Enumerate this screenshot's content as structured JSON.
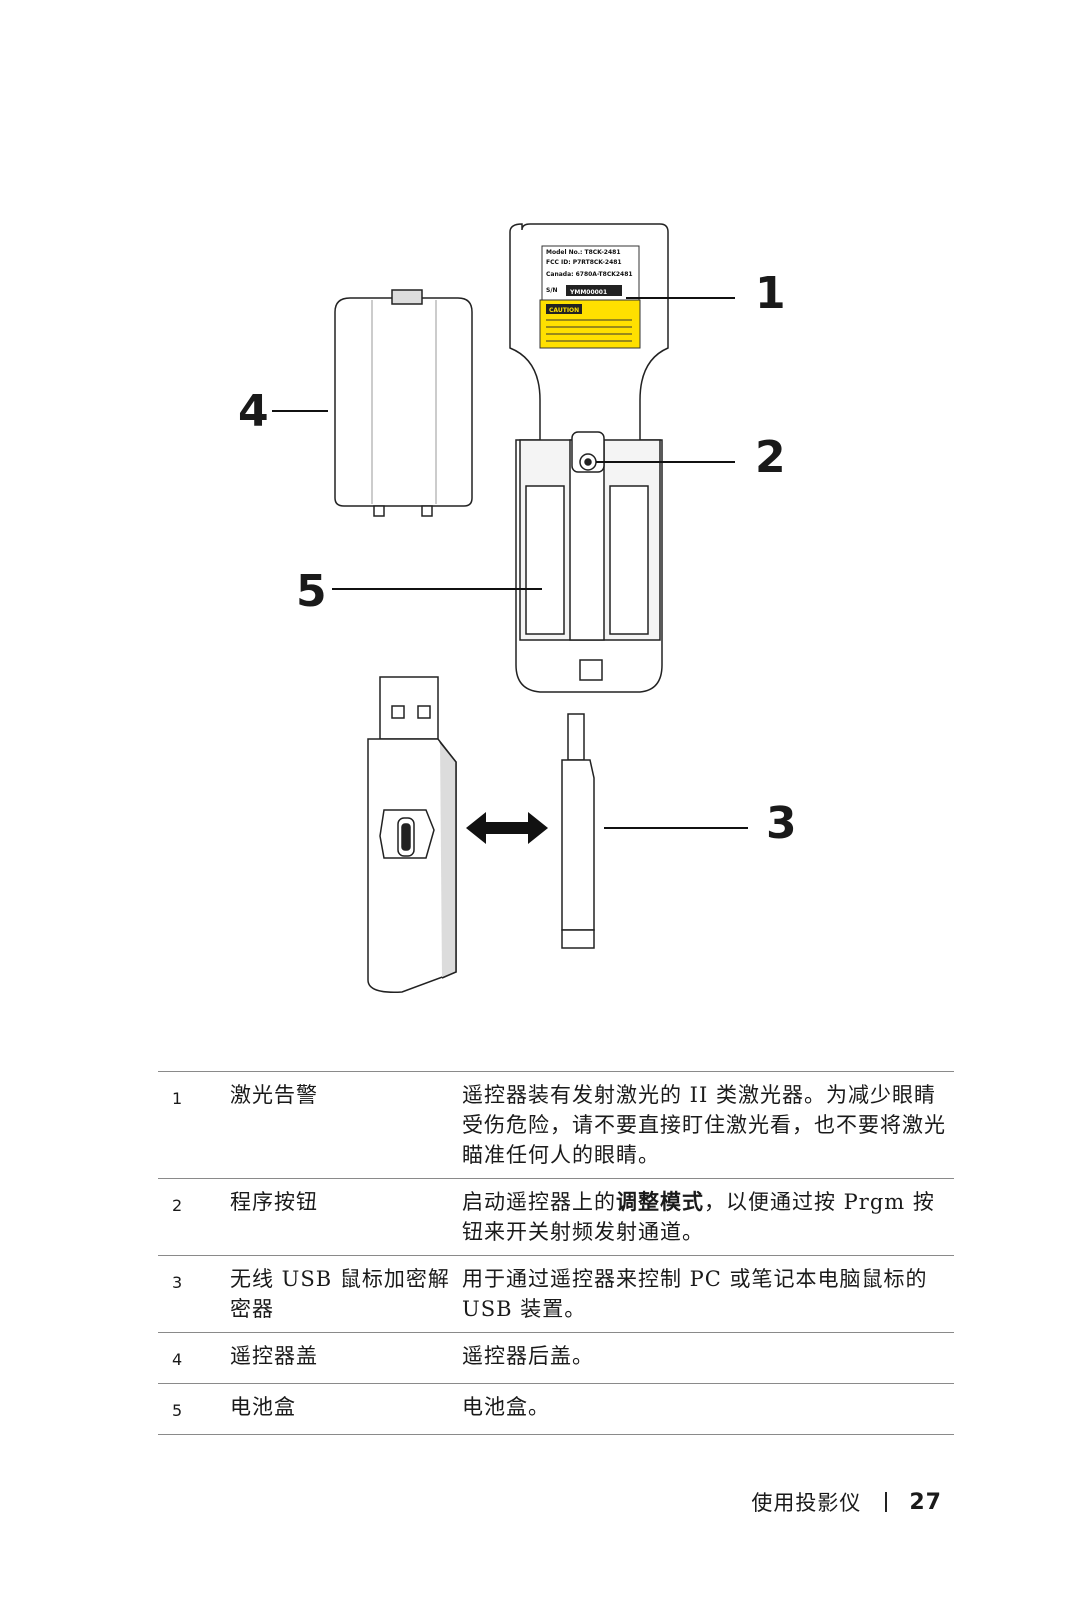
{
  "figure": {
    "callouts": [
      "1",
      "2",
      "3",
      "4",
      "5"
    ],
    "label_lines": [
      "Model No.: T8CK-2481",
      "FCC ID: P7RT8CK-2481",
      "Canada: 6780A-T8CK2481",
      "S/N",
      "YMM00001",
      "CAUTION"
    ]
  },
  "legend": {
    "rows": [
      {
        "num": "1",
        "name": "激光告警",
        "desc_parts": [
          "遥控器装有发射激光的 II 类激光器。为减少眼睛受伤危险，请不要直接盯住激光看，也不要将激光瞄准任何人的眼睛。"
        ]
      },
      {
        "num": "2",
        "name": "程序按钮",
        "desc_pre": "启动遥控器上的",
        "desc_bold": "调整模式",
        "desc_post": "，以便通过按 Prgm 按钮来开关射频发射通道。"
      },
      {
        "num": "3",
        "name": "无线 USB 鼠标加密解密器",
        "desc": "用于通过遥控器来控制 PC 或笔记本电脑鼠标的 USB 装置。"
      },
      {
        "num": "4",
        "name": "遥控器盖",
        "desc": "遥控器后盖。"
      },
      {
        "num": "5",
        "name": "电池盒",
        "desc": "电池盒。"
      }
    ]
  },
  "footer": {
    "section": "使用投影仪",
    "page": "27"
  }
}
